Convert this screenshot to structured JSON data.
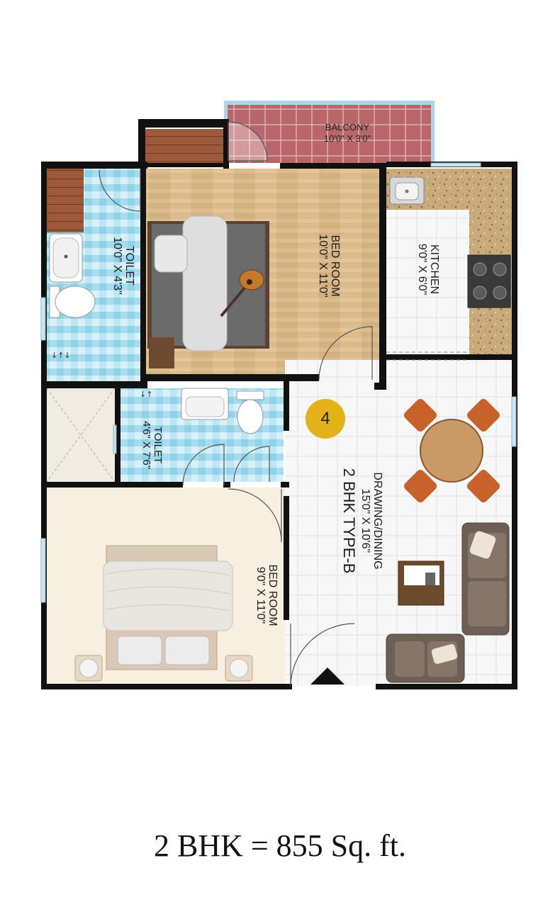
{
  "plan": {
    "unit_number": "4",
    "type_label": "2 BHK TYPE-B",
    "caption": "2 BHK = 855 Sq. ft.",
    "rooms": [
      {
        "id": "balcony",
        "name": "BALCONY",
        "dim": "10'0\" X 3'0\""
      },
      {
        "id": "bedroom1",
        "name": "BED ROOM",
        "dim": "10'0\" X 11'0\""
      },
      {
        "id": "toilet1",
        "name": "TOILET",
        "dim": "10'0\" X 4'3\""
      },
      {
        "id": "kitchen",
        "name": "KITCHEN",
        "dim": "9'0\" X 6'0\""
      },
      {
        "id": "toilet2",
        "name": "TOILET",
        "dim": "4'6\" X 7'6\""
      },
      {
        "id": "drawing",
        "name": "DRAWING/DINING",
        "dim": "15'0\" X 10'6\""
      },
      {
        "id": "bedroom2",
        "name": "BED ROOM",
        "dim": "9'0\" X 11'0\""
      }
    ]
  },
  "colors": {
    "wall": "#111111",
    "wood_floor": "#d9b98a",
    "tile_blue": "#8fd3e8",
    "balcony_tile": "#b8666a",
    "tile_white": "#f4f4f4",
    "cream_floor": "#f6efe0",
    "granite": "#c8a878",
    "accent": "#e3b118"
  },
  "icons": [
    "door-swing-icon",
    "sink-icon",
    "stove-icon",
    "toilet-icon",
    "bathtub-icon",
    "bed-icon",
    "guitar-icon",
    "dining-table-icon",
    "sofa-icon",
    "entrance-arrow-icon"
  ]
}
